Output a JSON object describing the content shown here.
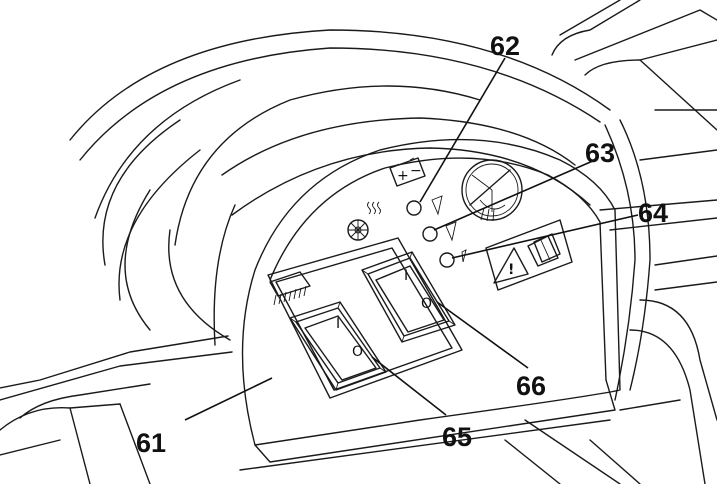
{
  "diagram": {
    "callouts": [
      {
        "id": "c61",
        "label": "61"
      },
      {
        "id": "c62",
        "label": "62"
      },
      {
        "id": "c63",
        "label": "63"
      },
      {
        "id": "c64",
        "label": "64"
      },
      {
        "id": "c65",
        "label": "65"
      },
      {
        "id": "c66",
        "label": "66"
      }
    ],
    "switches": {
      "left": {
        "on_mark": "I",
        "off_mark": "O"
      },
      "right": {
        "on_mark": "I",
        "off_mark": "O"
      }
    },
    "symbols": {
      "battery_plus": "+",
      "battery_minus": "−",
      "warning": "!"
    }
  }
}
